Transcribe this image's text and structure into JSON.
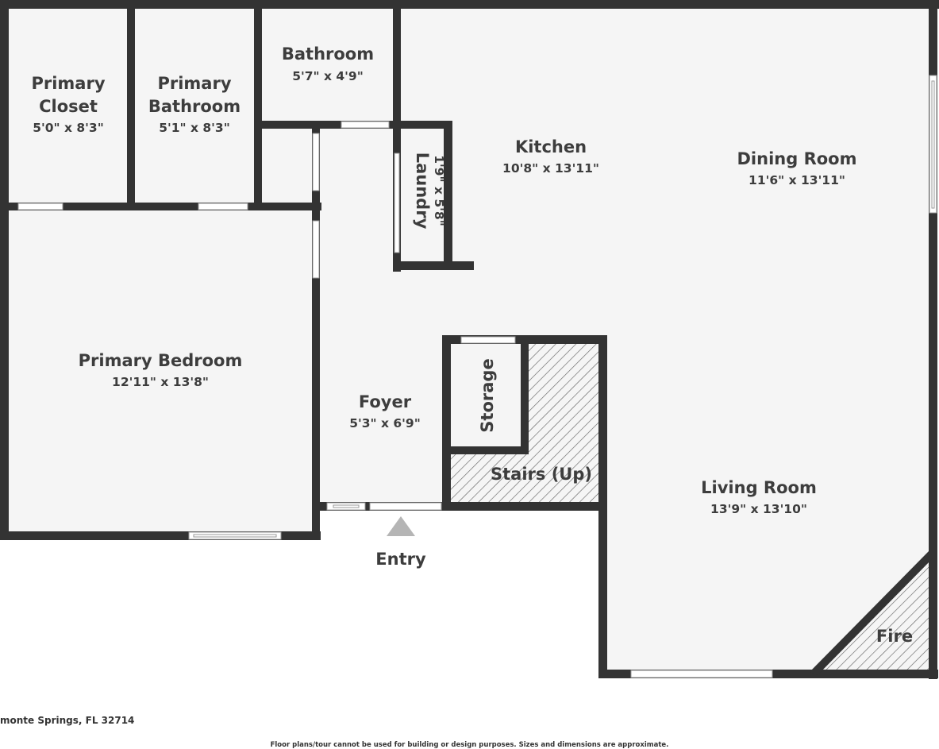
{
  "rooms": {
    "primary_closet": {
      "name_line1": "Primary",
      "name_line2": "Closet",
      "dims": "5'0\" x 8'3\""
    },
    "primary_bathroom": {
      "name_line1": "Primary",
      "name_line2": "Bathroom",
      "dims": "5'1\" x 8'3\""
    },
    "bathroom": {
      "name": "Bathroom",
      "dims": "5'7\" x 4'9\""
    },
    "laundry": {
      "name": "Laundry",
      "dims": "1'9\" x 5'8\""
    },
    "kitchen": {
      "name": "Kitchen",
      "dims": "10'8\" x 13'11\""
    },
    "dining_room": {
      "name": "Dining Room",
      "dims": "11'6\" x 13'11\""
    },
    "primary_bedroom": {
      "name": "Primary Bedroom",
      "dims": "12'11\" x 13'8\""
    },
    "foyer": {
      "name": "Foyer",
      "dims": "5'3\" x 6'9\""
    },
    "storage": {
      "name": "Storage"
    },
    "stairs": {
      "name": "Stairs (Up)"
    },
    "living_room": {
      "name": "Living Room",
      "dims": "13'9\" x 13'10\""
    },
    "fireplace": {
      "name": "Fire"
    }
  },
  "entry": {
    "label": "Entry",
    "icon": "triangle-up-icon"
  },
  "footer": {
    "address": "monte Springs, FL 32714",
    "disclaimer": "Floor plans/tour cannot be used for building or design purposes. Sizes and dimensions are approximate."
  },
  "colors": {
    "floor": "#f5f5f5",
    "wall": "#333333",
    "text": "#3d3d3d"
  }
}
